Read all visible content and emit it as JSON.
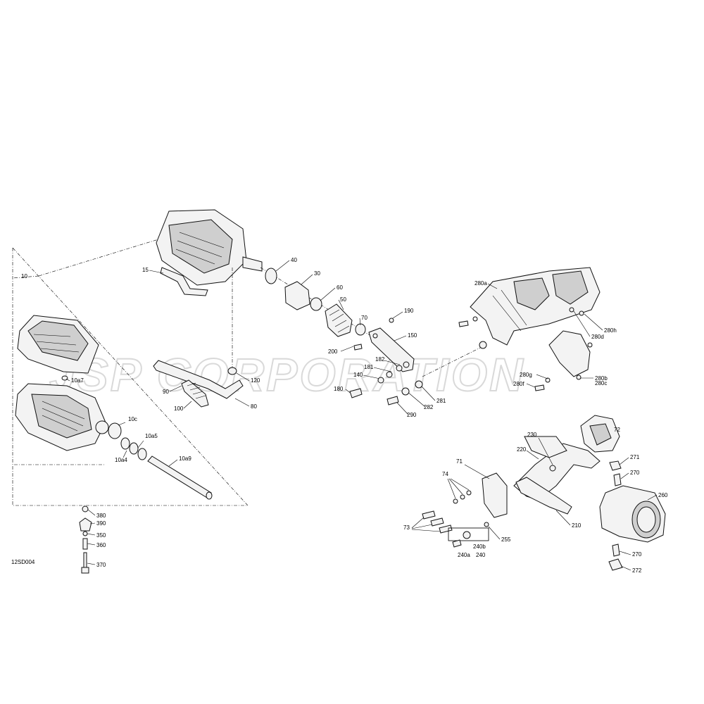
{
  "diagram": {
    "code": "12SD004",
    "watermark": "JSP CORPORATION",
    "callouts": {
      "c10": "10",
      "c10a7": "10a7",
      "c10c": "10c",
      "c10a5": "10a5",
      "c10a4": "10a4",
      "c10a9": "10a9",
      "c15": "15",
      "c30": "30",
      "c40": "40",
      "c50": "50",
      "c60": "60",
      "c70": "70",
      "c80": "80",
      "c90": "90",
      "c100": "100",
      "c120": "120",
      "c140": "140",
      "c150": "150",
      "c180": "180",
      "c181": "181",
      "c182": "182",
      "c190": "190",
      "c200": "200",
      "c280": "281",
      "c282": "282",
      "c290": "290",
      "c280a": "280a",
      "c280b": "280b",
      "c280c": "280c",
      "c280d": "280d",
      "c280f": "280f",
      "c280g": "280g",
      "c280h": "280h",
      "c71": "71",
      "c72": "72",
      "c73": "73",
      "c74": "74",
      "c210": "210",
      "c220": "220",
      "c230": "230",
      "c240": "240",
      "c240a": "240a",
      "c240b": "240b",
      "c255": "255",
      "c260": "260",
      "c270a": "270",
      "c270b": "270",
      "c271": "271",
      "c272": "272",
      "c350": "350",
      "c360": "360",
      "c370": "370",
      "c380": "380",
      "c390": "390"
    }
  }
}
